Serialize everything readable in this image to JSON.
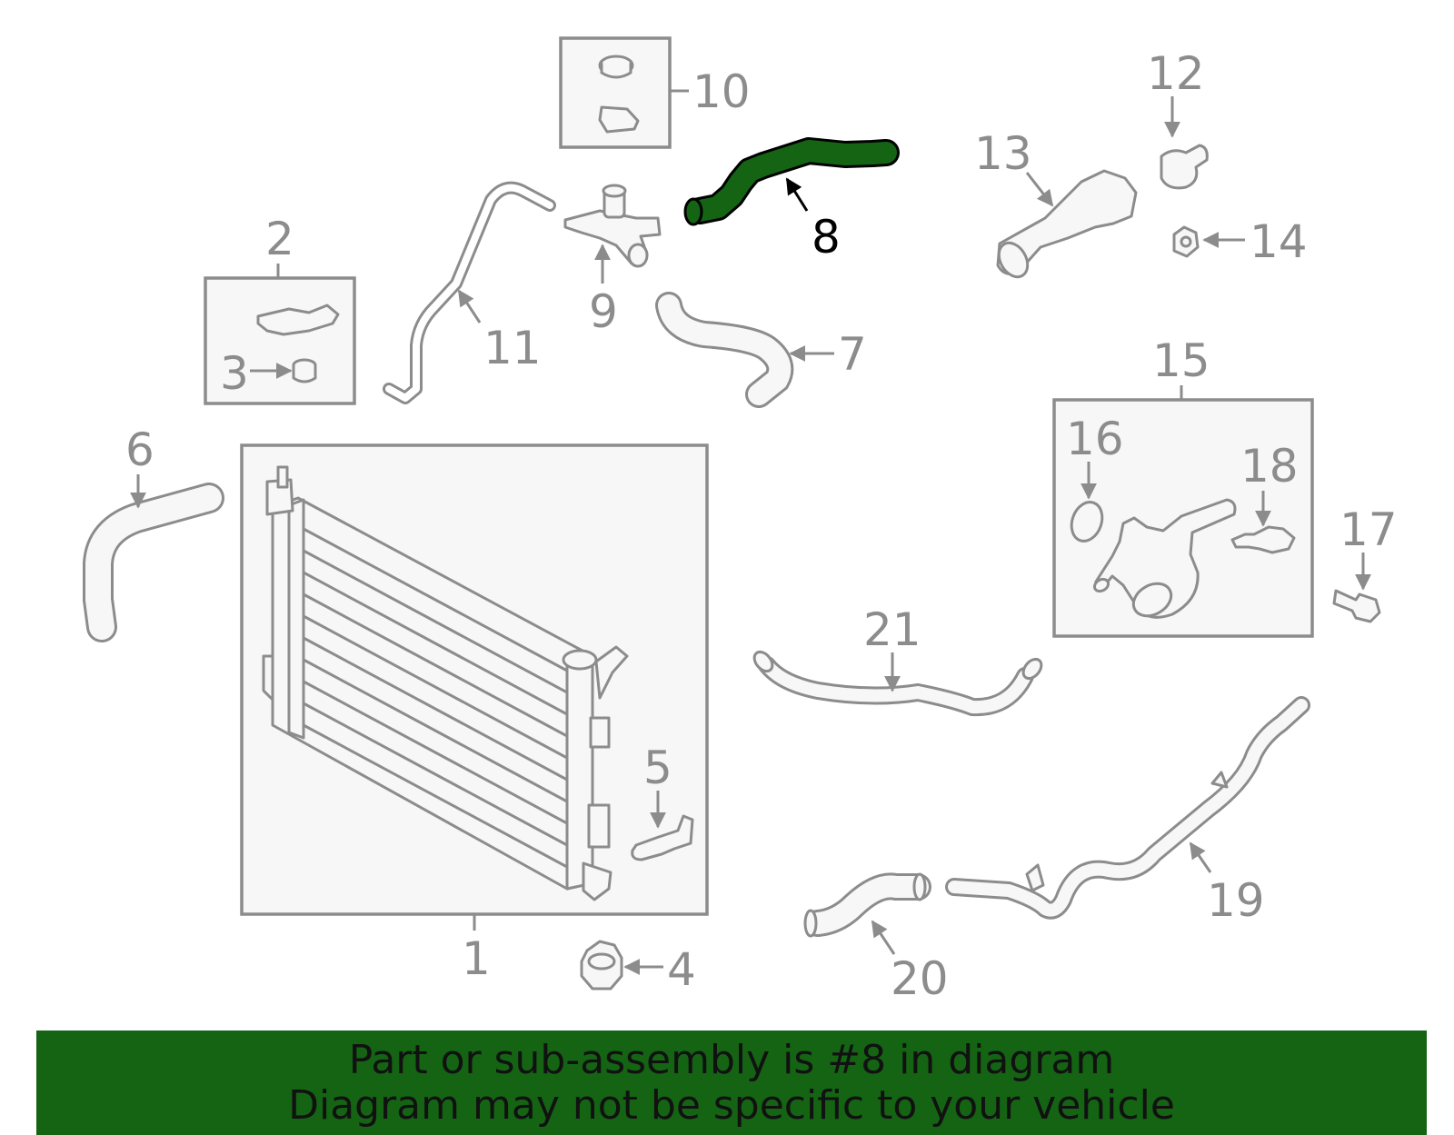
{
  "callouts": {
    "c1": "1",
    "c2": "2",
    "c3": "3",
    "c4": "4",
    "c5": "5",
    "c6": "6",
    "c7": "7",
    "c8": "8",
    "c9": "9",
    "c10": "10",
    "c11": "11",
    "c12": "12",
    "c13": "13",
    "c14": "14",
    "c15": "15",
    "c16": "16",
    "c17": "17",
    "c18": "18",
    "c19": "19",
    "c20": "20",
    "c21": "21"
  },
  "highlight": {
    "part_number": "8",
    "color": "#146414"
  },
  "banner": {
    "line1": "Part or sub-assembly is #8 in diagram",
    "line2": "Diagram may not be specific to your vehicle",
    "background": "#146414"
  }
}
